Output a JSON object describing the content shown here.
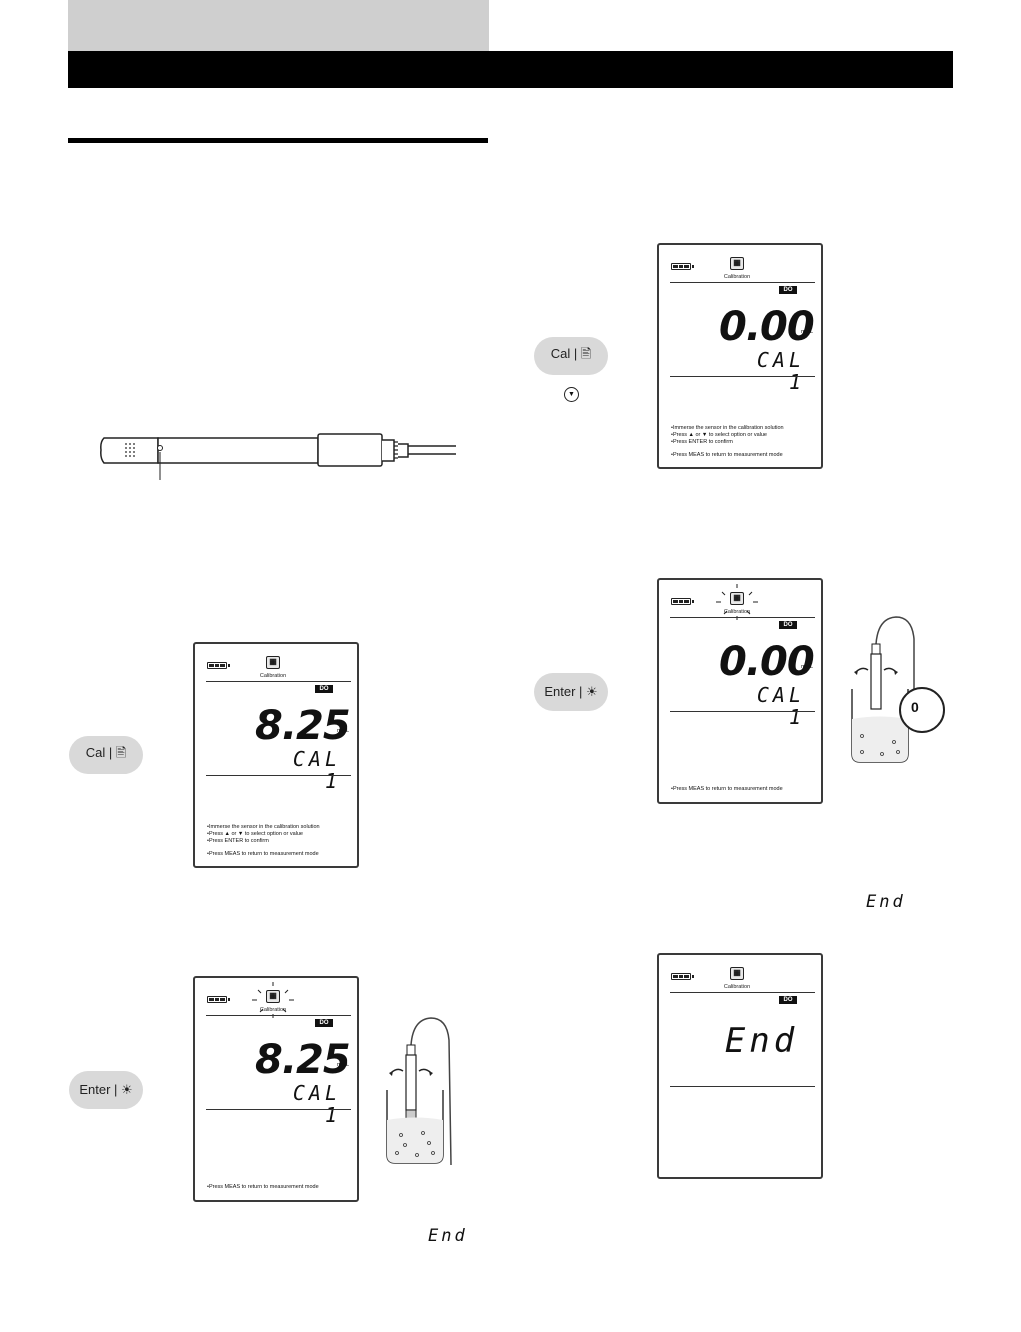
{
  "keys": {
    "cal": "Cal | 🖹",
    "enter": "Enter | ☀",
    "down": "▼"
  },
  "meter_common": {
    "calibration_label": "Calibration",
    "do_label": "DO",
    "unit": "mg/L",
    "mode": "CAL 1",
    "cal_icon": "▦"
  },
  "instructions": {
    "line1": "Immerse the sensor in the calibration solution",
    "line2": "Press ▲ or ▼ to select option or value",
    "line3": "Press ENTER to confirm",
    "line4": "Press MEAS to return to measurement mode"
  },
  "screens": {
    "s1": {
      "reading": "8.25"
    },
    "s2": {
      "reading": "8.25"
    },
    "s3": {
      "reading": "0.00"
    },
    "s4": {
      "reading": "0.00"
    },
    "s5": {
      "end": "End"
    }
  },
  "end_marker": "End",
  "zero_badge": "0"
}
